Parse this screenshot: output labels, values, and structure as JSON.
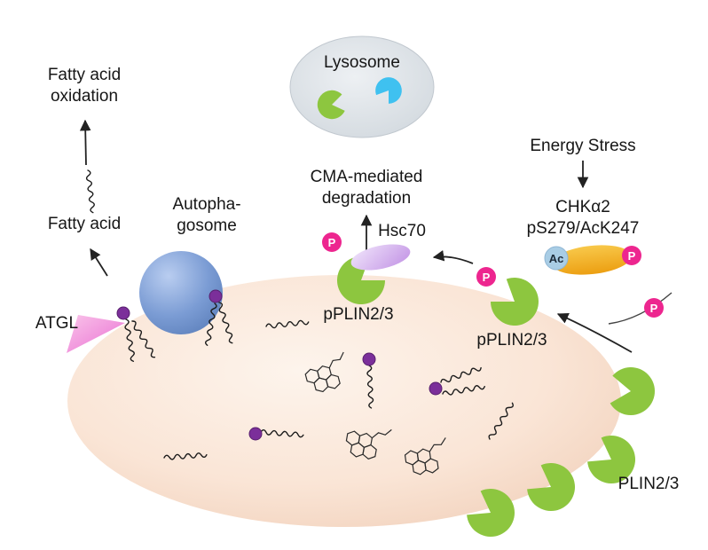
{
  "labels": {
    "fatty_acid_oxidation_line1": "Fatty acid",
    "fatty_acid_oxidation_line2": "oxidation",
    "fatty_acid": "Fatty acid",
    "atgl": "ATGL",
    "autophagosome_line1": "Autopha-",
    "autophagosome_line2": "gosome",
    "lysosome": "Lysosome",
    "cma_line1": "CMA-mediated",
    "cma_line2": "degradation",
    "hsc70": "Hsc70",
    "pplin23_left": "pPLIN2/3",
    "pplin23_right": "pPLIN2/3",
    "energy_stress": "Energy Stress",
    "chka2": "CHKα2",
    "phospho_sites": "pS279/AcK247",
    "plin23": "PLIN2/3",
    "phosphate": "P",
    "acetyl": "Ac"
  },
  "palette": {
    "pacman_green": "#8dc63f",
    "phosphate_pink": "#ed268f",
    "acetyl_blue": "#a9cde5",
    "chk_orange": "#f2ab1c",
    "lysosome_substrate_cyan": "#3fc1f0",
    "autophagosome_blue": "#7b9cd4",
    "hsc70_lavender": "#cfa9ee",
    "atgl_pink": "#ee7fd6",
    "lipid_droplet_peach": "#f8e2d0",
    "lipid_dot_purple": "#7b2f9a"
  }
}
